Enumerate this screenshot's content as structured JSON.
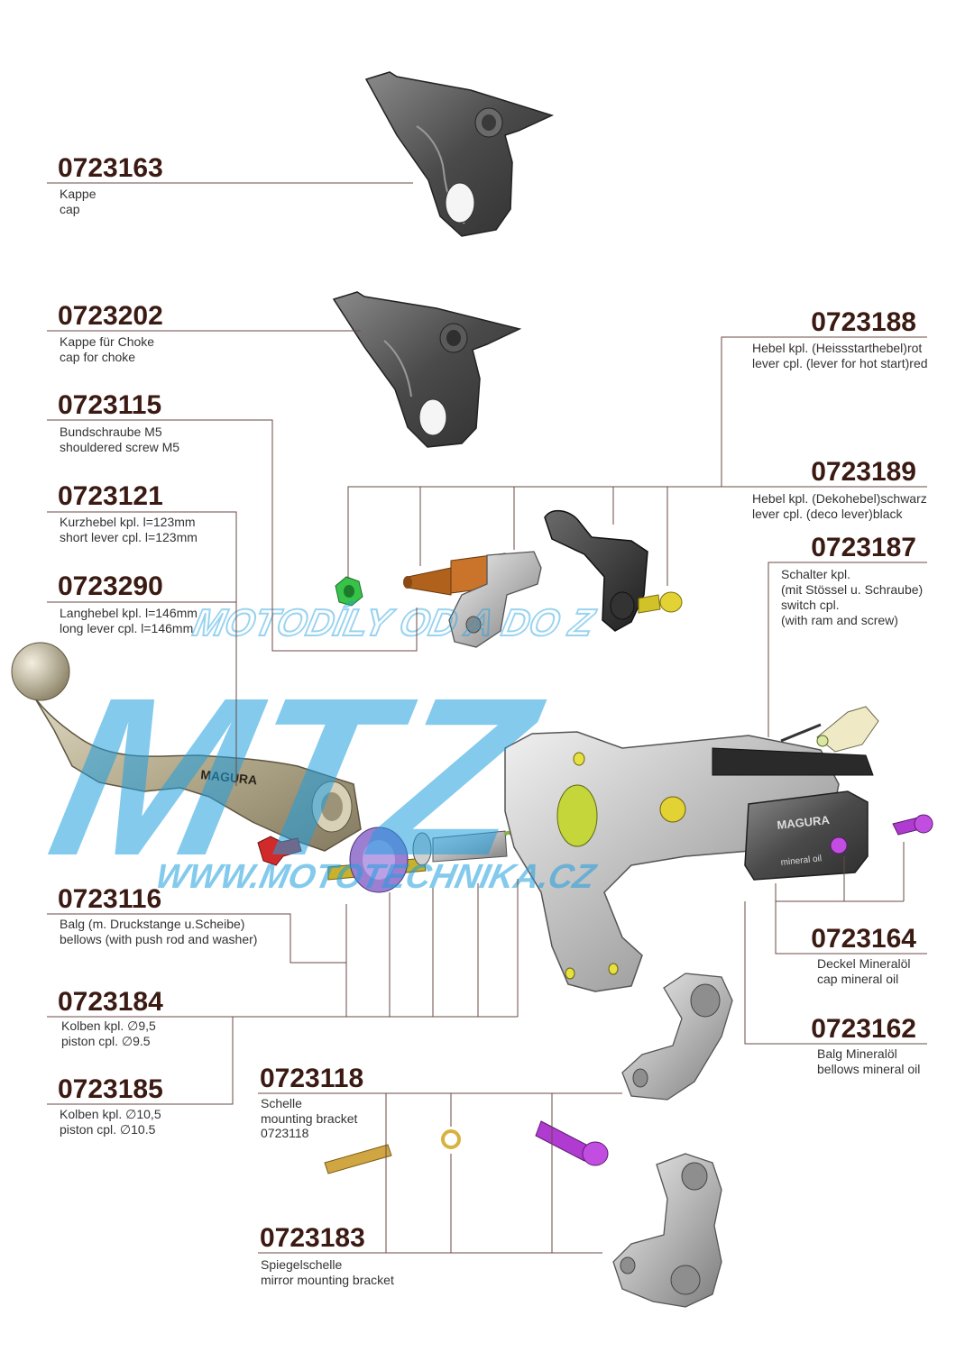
{
  "parts": [
    {
      "id": "p0723163",
      "number": "0723163",
      "lines": [
        "Kappe",
        "cap"
      ]
    },
    {
      "id": "p0723202",
      "number": "0723202",
      "lines": [
        "Kappe für Choke",
        "cap for choke"
      ]
    },
    {
      "id": "p0723115",
      "number": "0723115",
      "lines": [
        "Bundschraube M5",
        "shouldered screw M5"
      ]
    },
    {
      "id": "p0723121",
      "number": "0723121",
      "lines": [
        "Kurzhebel kpl. l=123mm",
        "short lever cpl. l=123mm"
      ]
    },
    {
      "id": "p0723290",
      "number": "0723290",
      "lines": [
        "Langhebel kpl. l=146mm",
        "long lever cpl. l=146mm"
      ]
    },
    {
      "id": "p0723188",
      "number": "0723188",
      "lines": [
        "Hebel kpl. (Heissstarthebel)rot",
        "lever cpl. (lever for hot start)red"
      ]
    },
    {
      "id": "p0723189",
      "number": "0723189",
      "lines": [
        "Hebel kpl. (Dekohebel)schwarz",
        "lever cpl. (deco lever)black"
      ]
    },
    {
      "id": "p0723187",
      "number": "0723187",
      "lines": [
        "Schalter kpl.",
        "(mit Stössel u. Schraube)",
        "switch cpl.",
        "(with ram and screw)"
      ]
    },
    {
      "id": "p0723116",
      "number": "0723116",
      "lines": [
        "Balg (m. Druckstange u.Scheibe)",
        "bellows (with push rod and washer)"
      ]
    },
    {
      "id": "p0723184",
      "number": "0723184",
      "lines": [
        "Kolben kpl.  ∅9,5",
        "piston cpl.  ∅9.5"
      ]
    },
    {
      "id": "p0723185",
      "number": "0723185",
      "lines": [
        "Kolben kpl.  ∅10,5",
        "piston cpl.  ∅10.5"
      ]
    },
    {
      "id": "p0723118",
      "number": "0723118",
      "lines": [
        "Schelle",
        "mounting bracket",
        "0723118"
      ]
    },
    {
      "id": "p0723183",
      "number": "0723183",
      "lines": [
        "Spiegelschelle",
        "mirror mounting bracket"
      ]
    },
    {
      "id": "p0723164",
      "number": "0723164",
      "lines": [
        "Deckel Mineralöl",
        "cap mineral oil"
      ]
    },
    {
      "id": "p0723162",
      "number": "0723162",
      "lines": [
        "Balg Mineralöl",
        "bellows mineral oil"
      ]
    }
  ],
  "watermark": {
    "brand": "MTZ",
    "top_line": "MOTODÍLY OD A DO Z",
    "bottom_line": "WWW.MOTOTECHNIKA.CZ"
  },
  "product_marks": {
    "lever_brand": "MAGURA",
    "cap_brand": "MAGURA",
    "cap_text": "mineral oil"
  },
  "colors": {
    "part_number": "#3a1a12",
    "leader": "#6a4a44",
    "watermark": "#1f9fe0"
  }
}
